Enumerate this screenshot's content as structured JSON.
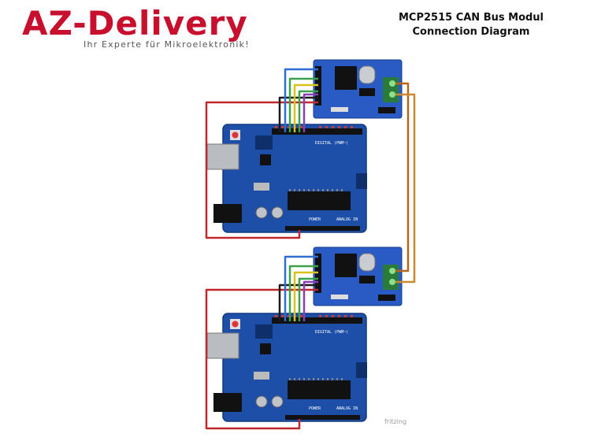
{
  "logo": {
    "brand": "AZ-Delivery",
    "tagline": "Ihr Experte für Mikroelektronik!"
  },
  "title": {
    "line1": "MCP2515 CAN Bus Modul",
    "line2": "Connection Diagram"
  },
  "watermark": "fritzing",
  "board_labels": {
    "digital": "DIGITAL (PWM~)",
    "analog": "ANALOG IN",
    "power": "POWER"
  },
  "colors": {
    "arduino_blue": "#1d4fa8",
    "module_blue": "#2a5bc4",
    "wire_red": "#c0282d",
    "wire_black": "#1a1a1a",
    "wire_blue": "#2f6fd1",
    "wire_green": "#3aa24a",
    "wire_yellow": "#d8c31a",
    "wire_purple": "#8a3fb8",
    "can_h": "#b8651c",
    "can_l": "#c98a2d",
    "brand_red": "#c8102e"
  }
}
